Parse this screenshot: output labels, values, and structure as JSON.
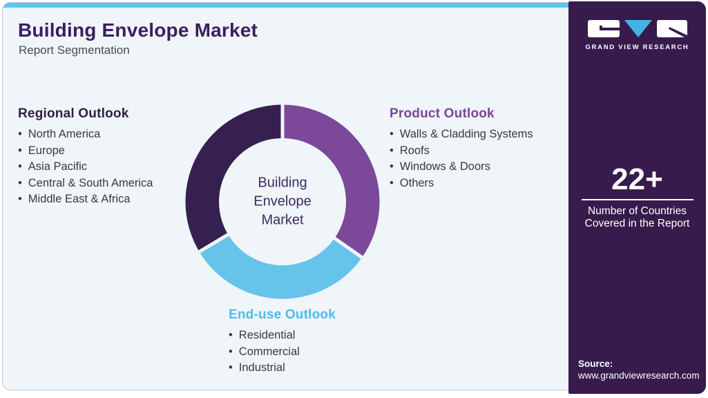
{
  "header": {
    "title": "Building Envelope Market",
    "subtitle": "Report Segmentation"
  },
  "segments": {
    "regional": {
      "heading": "Regional Outlook",
      "items": [
        "North America",
        "Europe",
        "Asia Pacific",
        "Central & South America",
        "Middle East & Africa"
      ],
      "color": "#362050"
    },
    "product": {
      "heading": "Product Outlook",
      "items": [
        "Walls & Cladding Systems",
        "Roofs",
        "Windows & Doors",
        "Others"
      ],
      "color": "#7C4899"
    },
    "end_use": {
      "heading": "End-use Outlook",
      "items": [
        "Residential",
        "Commercial",
        "Industrial"
      ],
      "color": "#66C3EA"
    }
  },
  "chart_data": {
    "type": "pie",
    "donut": true,
    "title": "Building Envelope Market",
    "center_label_lines": [
      "Building",
      "Envelope",
      "Market"
    ],
    "segments": [
      {
        "key": "product",
        "name": "Product Outlook",
        "start_deg": 0,
        "end_deg": 125,
        "value_pct": 34.7,
        "color": "#7C4899"
      },
      {
        "key": "end-use",
        "name": "End-use Outlook",
        "start_deg": 125,
        "end_deg": 239,
        "value_pct": 31.7,
        "color": "#66C3EA"
      },
      {
        "key": "regional",
        "name": "Regional Outlook",
        "start_deg": 239,
        "end_deg": 360,
        "value_pct": 33.6,
        "color": "#362050"
      }
    ],
    "gap_color": "#EFF5F9",
    "legend_position": "none"
  },
  "sidebar": {
    "logo_text": "GRAND VIEW RESEARCH",
    "stat_value": "22+",
    "stat_label_line1": "Number of Countries",
    "stat_label_line2": "Covered in the Report",
    "source_label": "Source:",
    "source_url": "www.grandviewresearch.com",
    "bg_color": "#371B4D",
    "accent_blue": "#41B6E6"
  },
  "theme": {
    "card_bg": "#EFF5F9",
    "top_strip": "#5EC4ED",
    "title_color": "#3B1E5E"
  }
}
